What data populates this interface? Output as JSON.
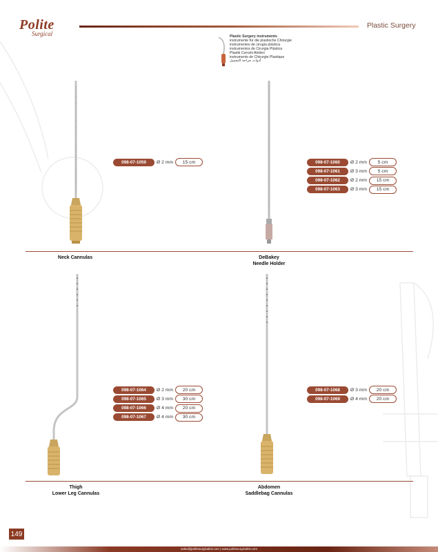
{
  "brand": {
    "name": "Polite",
    "sub": "Surgical"
  },
  "section_title": "Plastic Surgery",
  "languages": [
    "Plastic Surgery instruments",
    "instrumente für die plastische Chirurgie",
    "instrumentos de cirugía plástica",
    "instrumentos de Cirurgia Plástica",
    "Plastik Cerrahi Aletleri",
    "instruments de Chirurgie Plastique",
    "أدوات جراحة التجميل"
  ],
  "products": [
    {
      "caption": [
        "Neck Cannulas"
      ],
      "rows": [
        {
          "code": "098-07-1059",
          "diameter": "Ø 2 mm",
          "length": "15 cm"
        }
      ]
    },
    {
      "caption": [
        "DeBakey",
        "Needle Holder"
      ],
      "rows": [
        {
          "code": "098-07-1060",
          "diameter": "Ø 2 mm",
          "length": "5 cm"
        },
        {
          "code": "098-07-1061",
          "diameter": "Ø 3 mm",
          "length": "5 cm"
        },
        {
          "code": "098-07-1062",
          "diameter": "Ø 2 mm",
          "length": "15 cm"
        },
        {
          "code": "098-07-1063",
          "diameter": "Ø 3 mm",
          "length": "15 cm"
        }
      ]
    },
    {
      "caption": [
        "Thigh",
        "Lower Leg Cannulas"
      ],
      "rows": [
        {
          "code": "098-07-1064",
          "diameter": "Ø 2 mm",
          "length": "20 cm"
        },
        {
          "code": "098-07-1065",
          "diameter": "Ø 3 mm",
          "length": "30 cm"
        },
        {
          "code": "098-07-1066",
          "diameter": "Ø 4 mm",
          "length": "20 cm"
        },
        {
          "code": "098-07-1067",
          "diameter": "Ø 4 mm",
          "length": "30 cm"
        }
      ]
    },
    {
      "caption": [
        "Abdomen",
        "Saddlebag Cannulas"
      ],
      "rows": [
        {
          "code": "098-07-1068",
          "diameter": "Ø 3 mm",
          "length": "20 cm"
        },
        {
          "code": "098-07-1069",
          "diameter": "Ø 4 mm",
          "length": "20 cm"
        }
      ]
    }
  ],
  "page_number": "149",
  "footer": "sales@politesurgicalint.com | www.politesurgicalint.com",
  "colors": {
    "accent": "#9a4a33",
    "dark": "#6a2413",
    "gold": "#d9b36a"
  }
}
